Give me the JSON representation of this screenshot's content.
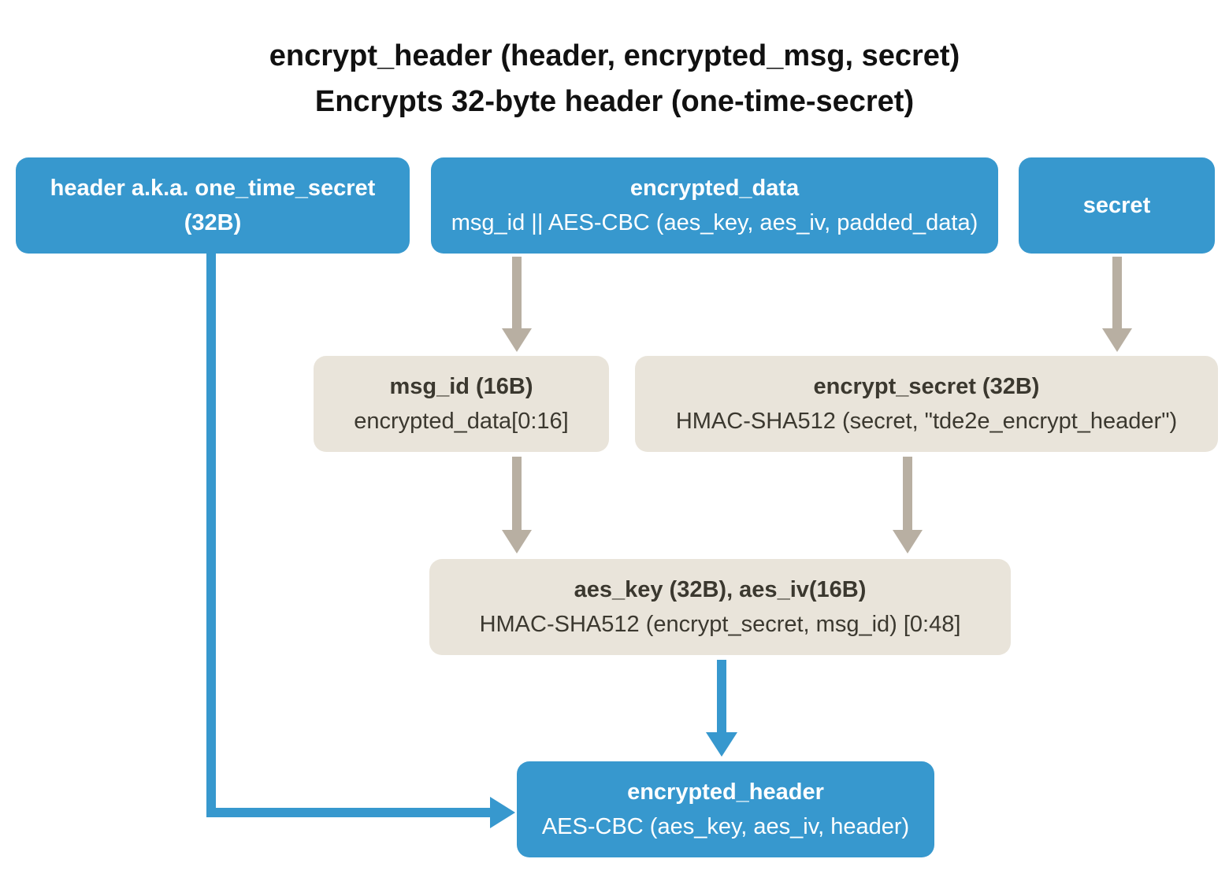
{
  "title": {
    "line1": "encrypt_header (header, encrypted_msg, secret)",
    "line2": "Encrypts 32-byte header (one-time-secret)"
  },
  "colors": {
    "node_primary": "#3798ce",
    "node_secondary": "#e9e4da",
    "arrow_neutral": "#b8afa2",
    "arrow_accent": "#3798ce",
    "text_on_primary": "#ffffff",
    "text_on_secondary": "#3b382f",
    "title_text": "#111111"
  },
  "nodes": {
    "header_input": {
      "title": "header a.k.a. one_time_secret",
      "subtitle": "(32B)"
    },
    "encrypted_data": {
      "title": "encrypted_data",
      "subtitle": "msg_id || AES-CBC (aes_key, aes_iv, padded_data)"
    },
    "secret": {
      "title": "secret"
    },
    "msg_id": {
      "title": "msg_id (16B)",
      "subtitle": "encrypted_data[0:16]"
    },
    "encrypt_secret": {
      "title": "encrypt_secret (32B)",
      "subtitle": "HMAC-SHA512 (secret, \"tde2e_encrypt_header\")"
    },
    "aes_key_iv": {
      "title": "aes_key (32B), aes_iv(16B)",
      "subtitle": "HMAC-SHA512 (encrypt_secret, msg_id) [0:48]"
    },
    "encrypted_header": {
      "title": "encrypted_header",
      "subtitle": "AES-CBC (aes_key, aes_iv, header)"
    }
  },
  "edges": [
    {
      "from": "encrypted_data",
      "to": "msg_id",
      "style": "neutral"
    },
    {
      "from": "secret",
      "to": "encrypt_secret",
      "style": "neutral"
    },
    {
      "from": "msg_id",
      "to": "aes_key_iv",
      "style": "neutral"
    },
    {
      "from": "encrypt_secret",
      "to": "aes_key_iv",
      "style": "neutral"
    },
    {
      "from": "aes_key_iv",
      "to": "encrypted_header",
      "style": "accent"
    },
    {
      "from": "header_input",
      "to": "encrypted_header",
      "style": "accent"
    }
  ]
}
